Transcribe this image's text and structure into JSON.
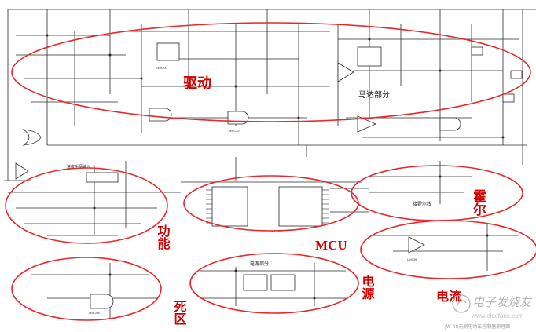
{
  "regions": {
    "drive": "驱动",
    "motor": "马达部分",
    "function": "功能",
    "mcu": "MCU",
    "hall": "霍尔",
    "deadzone": "死区",
    "power": "电源",
    "current": "电流"
  },
  "sublabels": {
    "power_supply": "电源部分",
    "hall_wire": "接霍尔线",
    "speed_input": "速度手柄输入"
  },
  "chips": [
    "74HC00",
    "74HC32",
    "74HC08",
    "LM339",
    "PIC16F72"
  ],
  "watermark": {
    "brand": "电子发烧友",
    "url": "www.elecfans.com",
    "caption": "JW-48无刷电动车控制器原理图"
  },
  "colors": {
    "ellipse": "#e8282a",
    "label": "#d40000",
    "wire": "#2a2a2a",
    "bg": "#ffffff"
  }
}
